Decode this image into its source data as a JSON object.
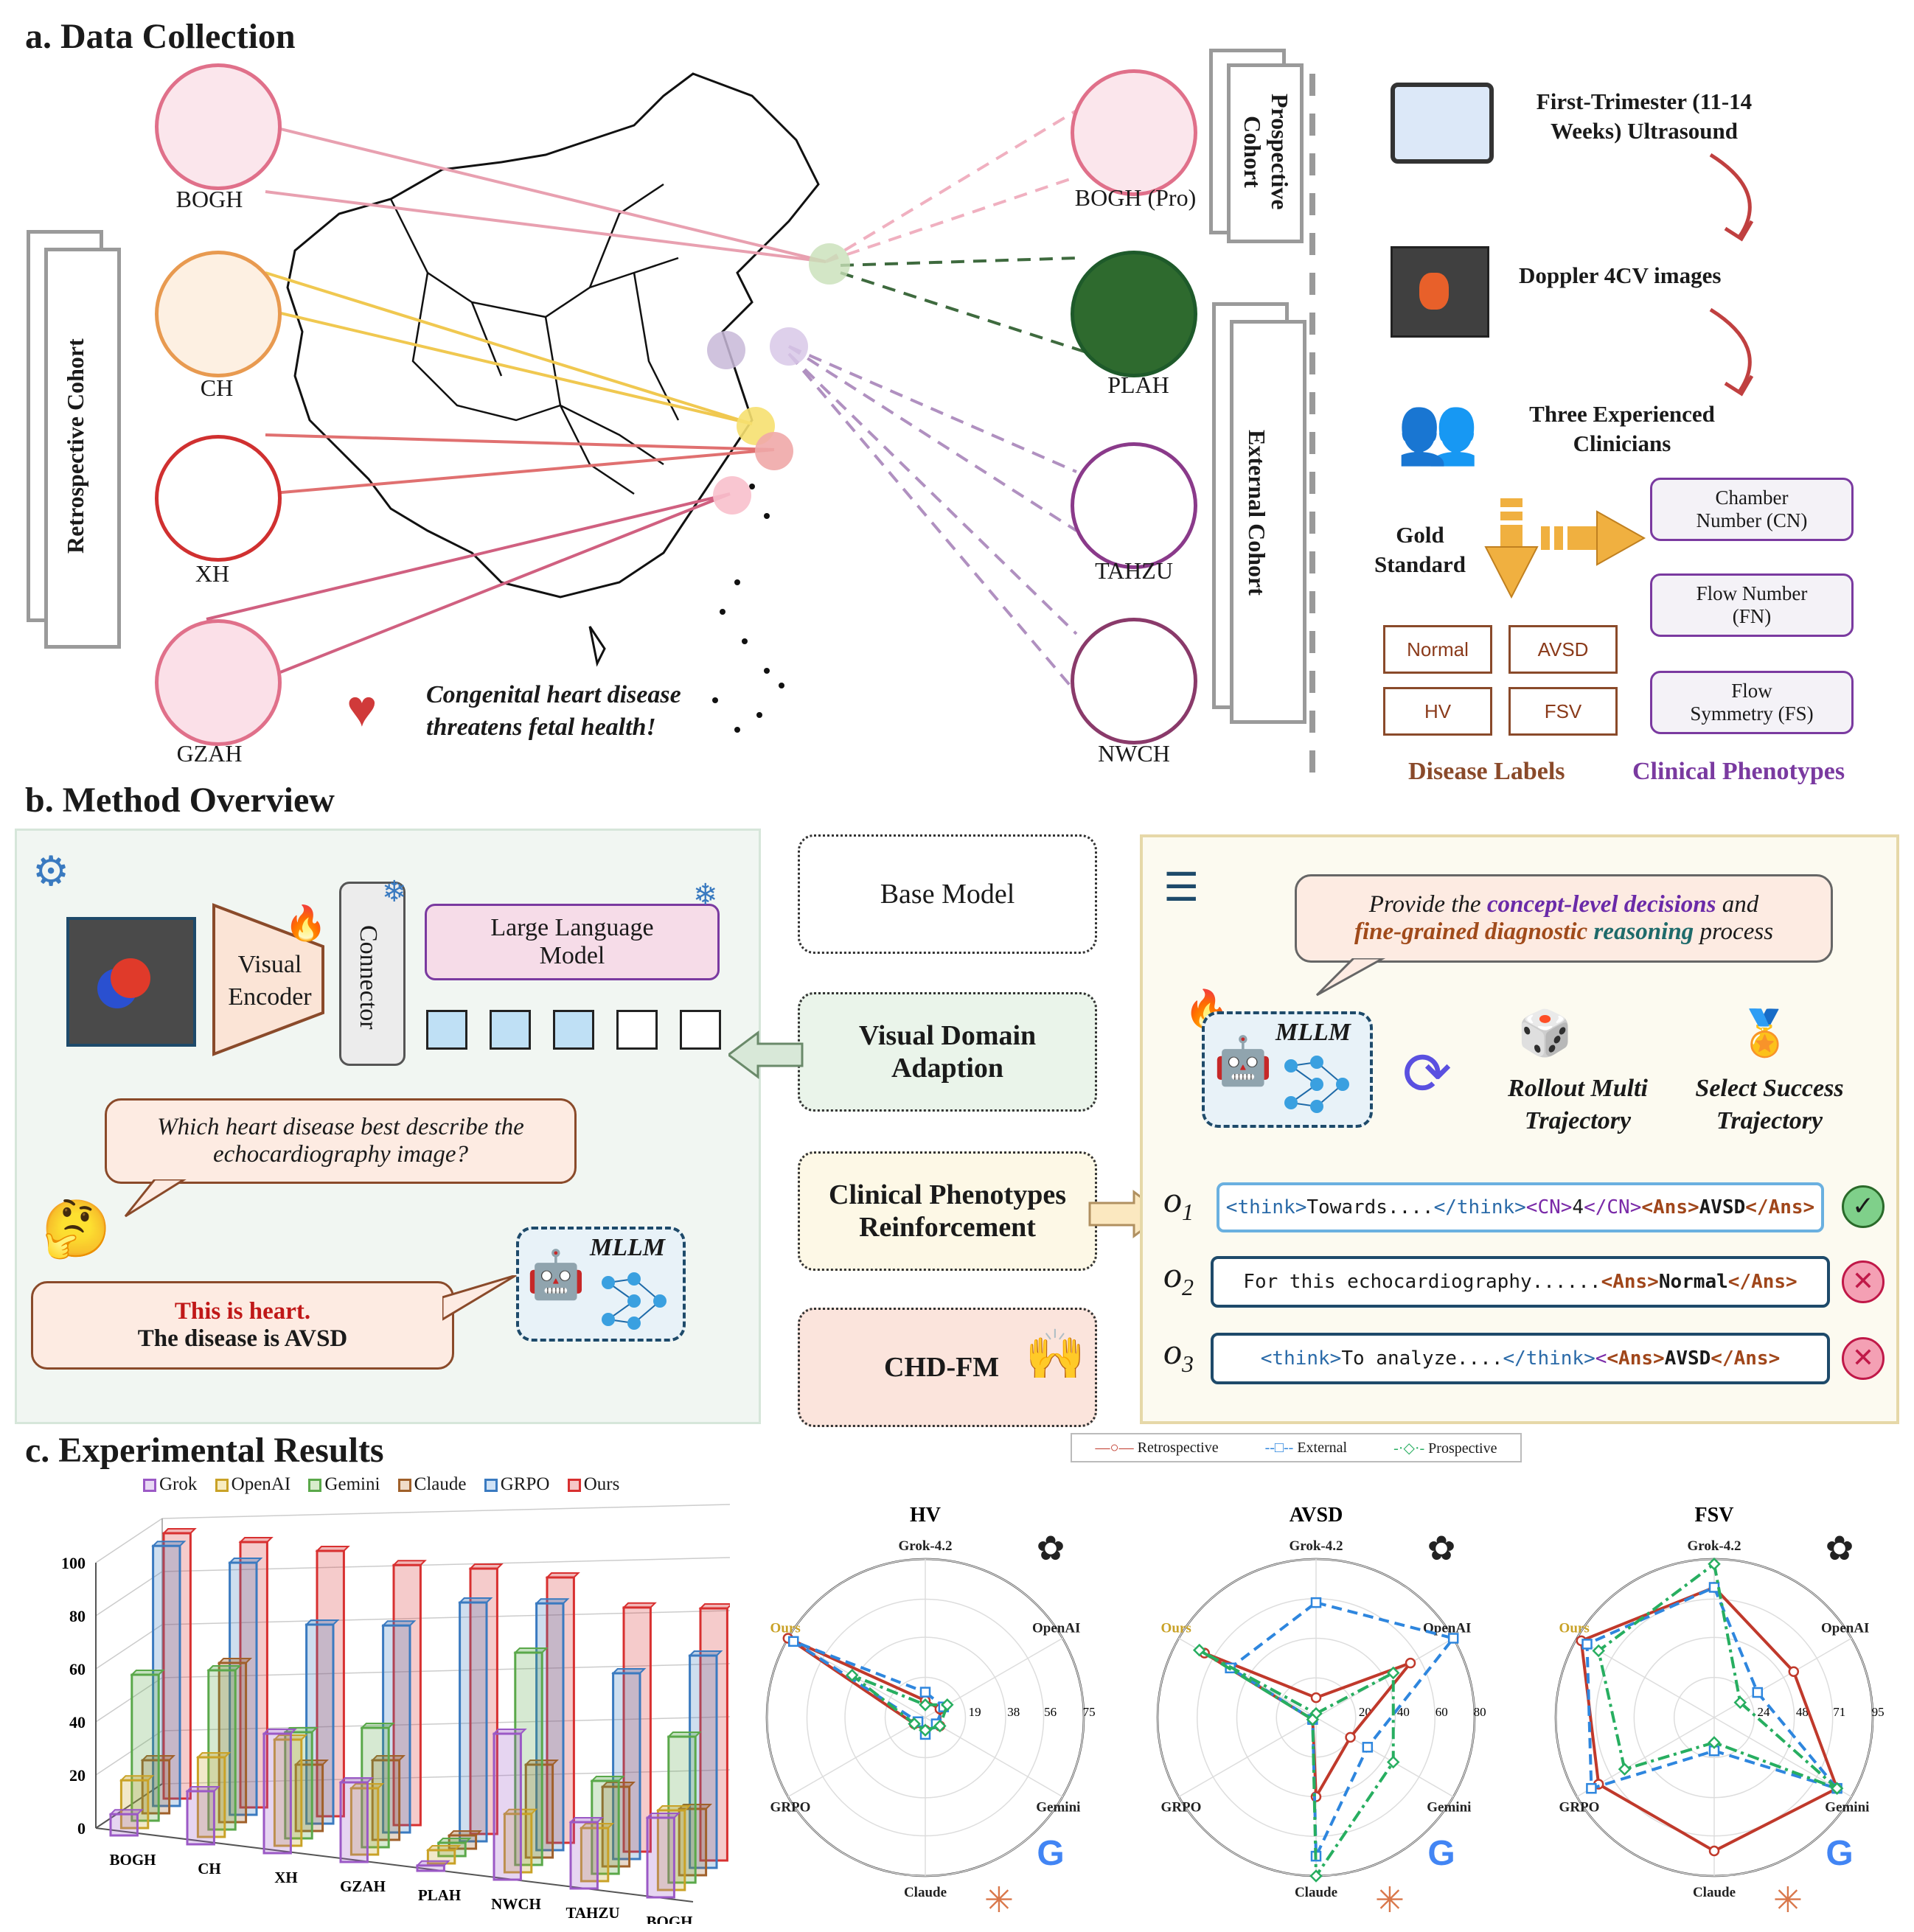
{
  "section_a": {
    "title": "a. Data Collection",
    "retrospective_label": "Retrospective Cohort",
    "prospective_label": "Prospective Cohort",
    "external_label": "External Cohort",
    "left_hospitals": [
      "BOGH",
      "CH",
      "XH",
      "GZAH"
    ],
    "right_hospitals": [
      "BOGH (Pro)",
      "PLAH",
      "TAHZU",
      "NWCH"
    ],
    "map_caption_line1": "Congenital heart disease",
    "map_caption_line2": "threatens fetal health!",
    "step1_line1": "First-Trimester (11-14",
    "step1_line2": "Weeks) Ultrasound",
    "step2": "Doppler 4CV images",
    "step3_line1": "Three Experienced",
    "step3_line2": "Clinicians",
    "gold_line1": "Gold",
    "gold_line2": "Standard",
    "disease_tags": [
      "Normal",
      "AVSD",
      "HV",
      "FSV"
    ],
    "phenotypes": [
      {
        "line1": "Chamber",
        "line2": "Number (CN)"
      },
      {
        "line1": "Flow Number",
        "line2": "(FN)"
      },
      {
        "line1": "Flow",
        "line2": "Symmetry (FS)"
      }
    ],
    "disease_labels_title": "Disease Labels",
    "clinical_phenotypes_title": "Clinical Phenotypes",
    "colors": {
      "pink": "#e0708a",
      "orange": "#e89a50",
      "red": "#d03030",
      "green": "#2e6a2e",
      "purple": "#8a3a8a",
      "phenotype": "#7a3aa0",
      "disease": "#8a4a2a"
    }
  },
  "section_b": {
    "title": "b. Method Overview",
    "visual_encoder_line1": "Visual",
    "visual_encoder_line2": "Encoder",
    "connector": "Connector",
    "llm_line1": "Large Language",
    "llm_line2": "Model",
    "question_line1": "Which heart disease best describe the",
    "question_line2": "echocardiography image?",
    "answer_line1": "This is heart.",
    "answer_line2": "The disease is AVSD",
    "mllm": "MLLM",
    "stages": [
      "Base Model",
      "Visual Domain Adaption",
      "Clinical Phenotypes Reinforcement",
      "CHD-FM"
    ],
    "prompt_part1": "Provide the ",
    "prompt_part2": "concept-level decisions",
    "prompt_part3": " and",
    "prompt_part4": "fine-grained diagnostic ",
    "prompt_part5": "reasoning",
    "prompt_part6": " process",
    "rollout_line1": "Rollout Multi",
    "rollout_line2": "Trajectory",
    "select_line1": "Select Success",
    "select_line2": "Trajectory",
    "o_labels": [
      "o",
      "o",
      "o"
    ],
    "o_subs": [
      "1",
      "2",
      "3"
    ],
    "traj1": {
      "t1": "<think>",
      "t2": " Towards.... ",
      "t3": "</think>",
      "t4": "<CN>",
      "t5": "4",
      "t6": "</CN>",
      "t7": "<Ans>",
      "t8": "AVSD",
      "t9": "</Ans>"
    },
    "traj2": {
      "t1": "For this echocardiography......",
      "t2": "<Ans>",
      "t3": "Normal",
      "t4": "</Ans>"
    },
    "traj3": {
      "t1": "<think>",
      "t2": " To analyze.... ",
      "t3": "</think>",
      "t4": "<",
      "t5": " <Ans>",
      "t6": "AVSD",
      "t7": "</Ans>"
    }
  },
  "section_c": {
    "title": "c. Experimental Results",
    "bar_legend": [
      "Grok",
      "OpenAI",
      "Gemini",
      "Claude",
      "GRPO",
      "Ours"
    ],
    "radar_legend": [
      "Retrospective",
      "External",
      "Prospective"
    ]
  },
  "chart_data": [
    {
      "type": "bar",
      "categories": [
        "BOGH",
        "CH",
        "XH",
        "GZAH",
        "PLAH",
        "NWCH",
        "TAHZU",
        "BOGH (Pro)"
      ],
      "ylim": [
        0,
        100
      ],
      "yticks": [
        0,
        20,
        40,
        60,
        80,
        100
      ],
      "series": [
        {
          "name": "Grok",
          "color": "#9b59c6",
          "values": [
            8,
            20,
            45,
            30,
            2,
            55,
            25,
            30
          ]
        },
        {
          "name": "OpenAI",
          "color": "#c9a227",
          "values": [
            18,
            30,
            40,
            25,
            5,
            22,
            20,
            30
          ]
        },
        {
          "name": "Gemini",
          "color": "#5aa84a",
          "values": [
            55,
            60,
            40,
            45,
            5,
            80,
            35,
            55
          ]
        },
        {
          "name": "Claude",
          "color": "#a0602a",
          "values": [
            20,
            60,
            25,
            30,
            5,
            35,
            30,
            25
          ]
        },
        {
          "name": "GRPO",
          "color": "#3a7ac0",
          "values": [
            98,
            95,
            75,
            78,
            90,
            93,
            70,
            80
          ]
        },
        {
          "name": "Ours",
          "color": "#d83030",
          "values": [
            100,
            100,
            100,
            98,
            100,
            100,
            92,
            95
          ]
        }
      ]
    },
    {
      "type": "radar",
      "title": "HV",
      "axes": [
        "Grok-4.2",
        "OpenAI",
        "Gemini",
        "Claude",
        "GRPO",
        "Ours"
      ],
      "ticks": [
        19,
        38,
        56,
        75
      ],
      "rmax": 75,
      "series": [
        {
          "name": "Retrospective",
          "values": [
            8,
            8,
            8,
            6,
            6,
            75
          ]
        },
        {
          "name": "External",
          "values": [
            12,
            10,
            6,
            8,
            4,
            72
          ]
        },
        {
          "name": "Prospective",
          "values": [
            6,
            12,
            8,
            6,
            6,
            40
          ]
        }
      ]
    },
    {
      "type": "radar",
      "title": "AVSD",
      "axes": [
        "Grok-4.2",
        "OpenAI",
        "Gemini",
        "Claude",
        "GRPO",
        "Ours"
      ],
      "ticks": [
        20,
        40,
        60,
        80
      ],
      "rmax": 80,
      "series": [
        {
          "name": "Retrospective",
          "values": [
            10,
            55,
            20,
            40,
            2,
            65
          ]
        },
        {
          "name": "External",
          "values": [
            58,
            85,
            30,
            70,
            2,
            50
          ]
        },
        {
          "name": "Prospective",
          "values": [
            2,
            45,
            45,
            85,
            2,
            68
          ]
        }
      ]
    },
    {
      "type": "radar",
      "title": "FSV",
      "axes": [
        "Grok-4.2",
        "OpenAI",
        "Gemini",
        "Claude",
        "GRPO",
        "Ours"
      ],
      "ticks": [
        24,
        48,
        71,
        95
      ],
      "rmax": 95,
      "series": [
        {
          "name": "Retrospective",
          "values": [
            78,
            55,
            85,
            80,
            80,
            92
          ]
        },
        {
          "name": "External",
          "values": [
            78,
            30,
            85,
            20,
            85,
            88
          ]
        },
        {
          "name": "Prospective",
          "values": [
            92,
            18,
            85,
            15,
            62,
            80
          ]
        }
      ]
    }
  ]
}
